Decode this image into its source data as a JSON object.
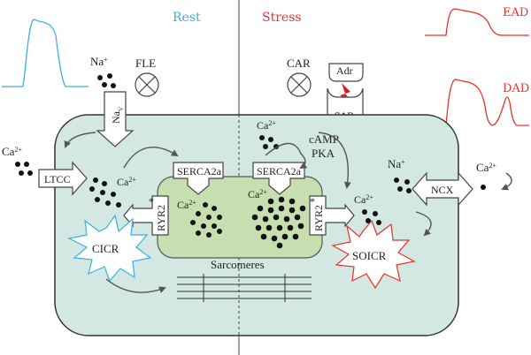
{
  "headings": {
    "rest": "Rest",
    "stress": "Stress"
  },
  "traces": {
    "ead": "EAD",
    "dad": "DAD"
  },
  "labels": {
    "na": "Na",
    "na_sup": "+",
    "ca": "Ca",
    "ca_sup": "2+",
    "fle": "FLE",
    "car": "CAR",
    "adr": "Adr",
    "beta_ar": "βAR",
    "nav": "Na",
    "nav_sub": "V",
    "ltcc": "LTCC",
    "serca_left": "SERCA2a",
    "serca_right": "SERCA2a",
    "ryr_left": "RYR2",
    "ryr_right": "RYR2",
    "star": "*",
    "camp": "cAMP",
    "pka": "PKA",
    "ncx": "NCX",
    "cicr": "CICR",
    "soicr": "SOICR",
    "sarcomeres": "Sarcomeres"
  },
  "colors": {
    "cell": "#d3e8e2",
    "sr": "#c7deb0",
    "rest": "#3ab0e0",
    "stress": "#e8322a",
    "accent": "#e01b1b"
  }
}
